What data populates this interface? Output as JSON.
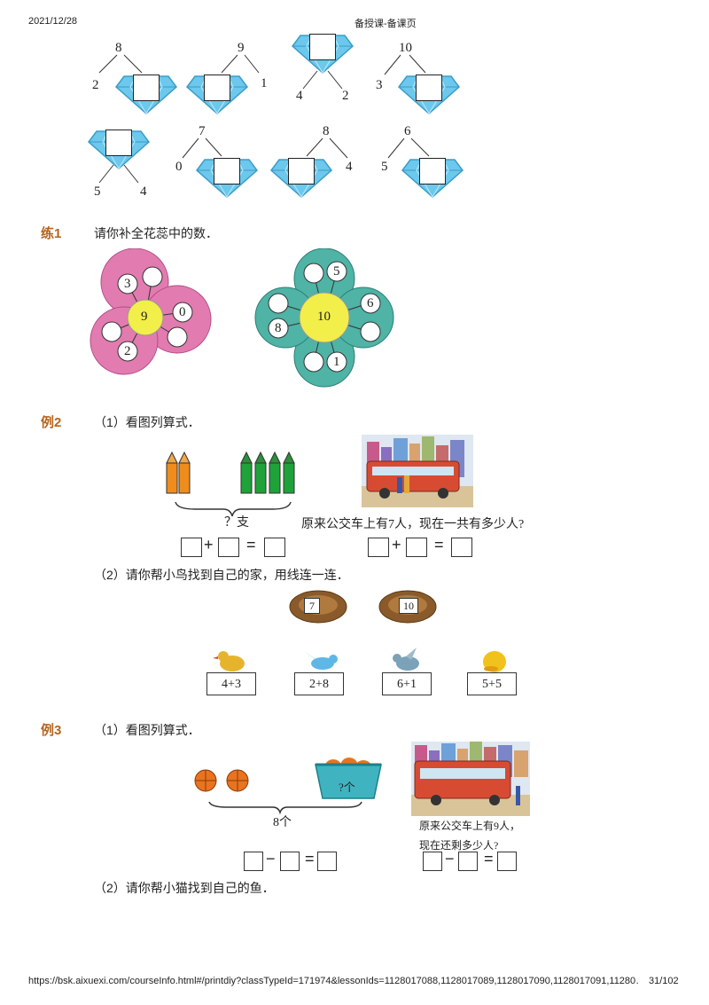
{
  "header": {
    "date": "2021/12/28",
    "title": "备授课-备课页"
  },
  "footer": {
    "url": "https://bsk.aixuexi.com/courseInfo.html#/printdiy?classTypeId=171974&lessonIds=1128017088,1128017089,1128017090,1128017091,11280…",
    "page": "31/102"
  },
  "splits": {
    "row1": [
      {
        "top": "8",
        "left": "2"
      },
      {
        "top": "9",
        "right": "1"
      },
      {
        "left": "4",
        "right": "2"
      },
      {
        "top": "10",
        "left": "3"
      }
    ],
    "row2": [
      {
        "left": "5",
        "right": "4"
      },
      {
        "top": "7",
        "left": "0"
      },
      {
        "top": "8",
        "right": "4"
      },
      {
        "top": "6",
        "left": "5"
      }
    ]
  },
  "practice1": {
    "tag": "练1",
    "question": "请你补全花蕊中的数．",
    "flower1": {
      "center": "9",
      "petal_a": "3",
      "petal_b": "0",
      "petal_c": "2"
    },
    "flower2": {
      "center": "10",
      "n_top": "5",
      "n_right": "6",
      "n_left": "8",
      "n_bottom": "1"
    }
  },
  "example2": {
    "tag": "例2",
    "part1": "（1）看图列算式．",
    "pencil_label": "？支",
    "bus_text": "原来公交车上有7人，现在一共有多少人?",
    "plus": "+",
    "eq": "=",
    "part2": "（2）请你帮小鸟找到自己的家，用线连一连．",
    "nests": [
      "7",
      "10"
    ],
    "cards": [
      "4+3",
      "2+8",
      "6+1",
      "5+5"
    ]
  },
  "example3": {
    "tag": "例3",
    "part1": "（1）看图列算式．",
    "basket_label": "?个",
    "total_label": "8个",
    "bus_text_1": "原来公交车上有9人，",
    "bus_text_2": "现在还剩多少人?",
    "minus": "−",
    "eq": "=",
    "part2": "（2）请你帮小猫找到自己的鱼．"
  },
  "colors": {
    "accent": "#b5651d",
    "pink": "#e27bb0",
    "teal": "#4fb3a6",
    "yellow": "#f2ee4a",
    "diamond": "#6cc8ec"
  }
}
